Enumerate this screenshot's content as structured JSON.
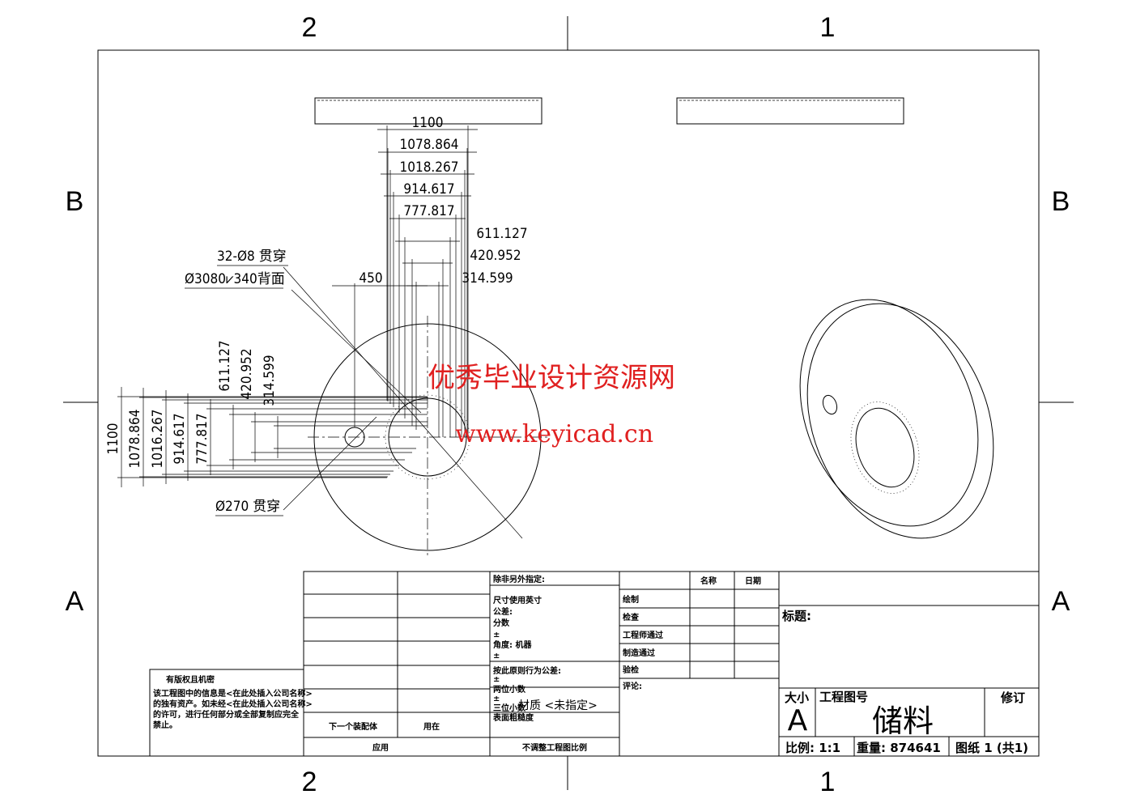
{
  "zones": {
    "top_left": "2",
    "top_right": "1",
    "bottom_left": "2",
    "bottom_right": "1",
    "left_upper": "B",
    "left_lower": "A",
    "right_upper": "B",
    "right_lower": "A"
  },
  "horizontal_dims": [
    "1100",
    "1078.864",
    "1018.267",
    "914.617",
    "777.817",
    "611.127",
    "420.952",
    "314.599",
    "450"
  ],
  "vertical_dims": [
    "1100",
    "1078.864",
    "1016.267",
    "914.617",
    "777.817",
    "611.127",
    "420.952",
    "314.599"
  ],
  "notes": {
    "holes": "32-Ø8 贯穿",
    "counterbore": "Ø3080⩗340背面",
    "center_hole": "Ø270 贯穿"
  },
  "watermark": {
    "title": "优秀毕业设计资源网",
    "url": "www.keyicad.cn",
    "color": "#e02020"
  },
  "title_block": {
    "confidential_title": "有版权且机密",
    "confidential_text": [
      "该工程图中的信息是<在此处插入公司名称>",
      "的独有资产。如未经<在此处插入公司名称>",
      "的许可，进行任何部分或全部复制应完全",
      "禁止。"
    ],
    "next_assembly": "下一个装配体",
    "used_on": "用在",
    "application": "应用",
    "tolerance": [
      "除非另外指定:",
      "尺寸使用英寸",
      "公差:",
      "分数",
      "±",
      "角度: 机器",
      "±",
      "按此原则行为公差:",
      "±",
      "两位小数",
      "±",
      "三位小数",
      "表面粗糙度"
    ],
    "material": "材质 <未指定>",
    "no_scale": "不调整工程图比例",
    "name_header": "名称",
    "date_header": "日期",
    "sign_rows": [
      "绘制",
      "检查",
      "工程师通过",
      "制造通过",
      "验检"
    ],
    "comments": "评论:",
    "title_label": "标题:",
    "size_label": "大小",
    "size_value": "A",
    "dwg_no_label": "工程图号",
    "dwg_no_value": "储料",
    "rev_label": "修订",
    "scale": "比例: 1:1",
    "weight": "重量: 874641",
    "sheet": "图纸 1 (共1)"
  }
}
